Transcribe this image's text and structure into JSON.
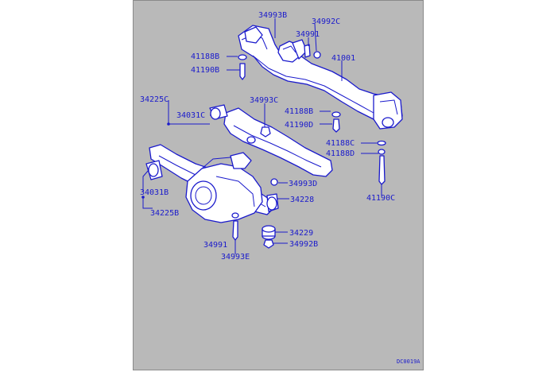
{
  "diagram": {
    "labels": {
      "p34993B_top": "34993B",
      "p34992C": "34992C",
      "p34991_top": "34991",
      "p41188B_top": "41188B",
      "p41190B": "41190B",
      "p41001": "41001",
      "p34225C": "34225C",
      "p34031C": "34031C",
      "p34993C": "34993C",
      "p41188B_mid": "41188B",
      "p41190D": "41190D",
      "p41188C": "41188C",
      "p41188D": "41188D",
      "p41190C": "41190C",
      "p34031B": "34031B",
      "p34225B": "34225B",
      "p34993D": "34993D",
      "p34228": "34228",
      "p34229": "34229",
      "p34991_bot": "34991",
      "p34992B": "34992B",
      "p34993E": "34993E"
    },
    "drawing_code": "DC0019A"
  },
  "colors": {
    "background": "#b9b9b9",
    "line": "#1a1acc",
    "part_fill": "#ffffff"
  }
}
